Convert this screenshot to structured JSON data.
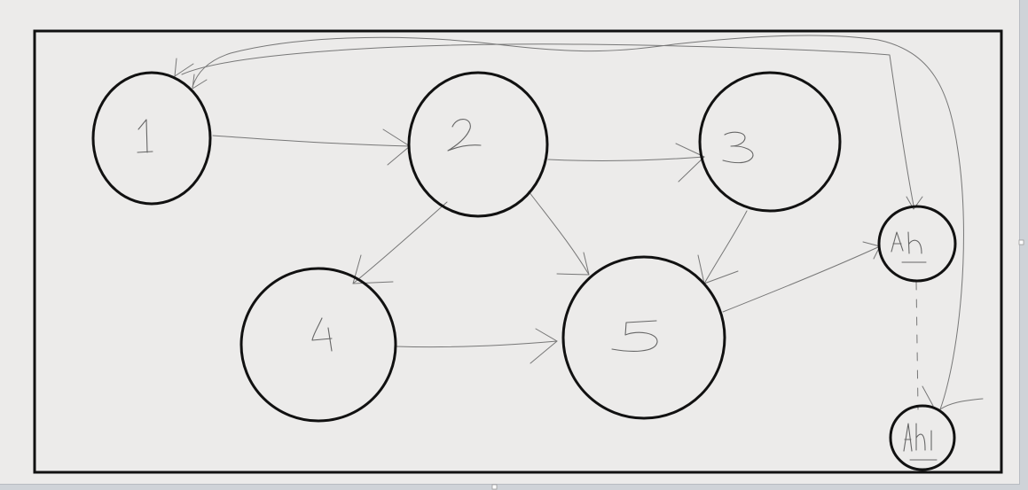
{
  "diagram": {
    "nodes": [
      {
        "id": "n1",
        "label": "1"
      },
      {
        "id": "n2",
        "label": "2"
      },
      {
        "id": "n3",
        "label": "3"
      },
      {
        "id": "n4",
        "label": "4"
      },
      {
        "id": "n5",
        "label": "5"
      },
      {
        "id": "ah",
        "label": "Ah"
      },
      {
        "id": "ahi",
        "label": "Ahi"
      }
    ],
    "edges": [
      {
        "from": "1",
        "to": "2"
      },
      {
        "from": "2",
        "to": "3"
      },
      {
        "from": "2",
        "to": "4"
      },
      {
        "from": "2",
        "to": "5"
      },
      {
        "from": "3",
        "to": "5"
      },
      {
        "from": "4",
        "to": "5"
      },
      {
        "from": "5",
        "to": "Ah"
      },
      {
        "from": "1",
        "to": "Ah"
      },
      {
        "from": "Ahi",
        "to": "1"
      },
      {
        "from": "Ah",
        "to": "Ahi",
        "style": "dashed"
      }
    ]
  }
}
